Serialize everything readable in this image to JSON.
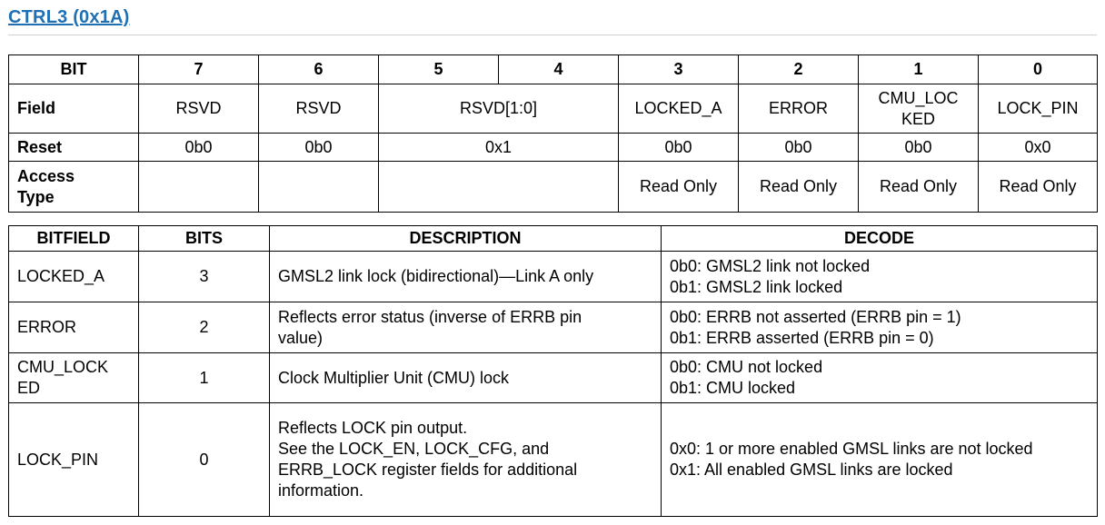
{
  "title": "CTRL3 (0x1A)",
  "register": {
    "bit_header": "BIT",
    "bits": [
      "7",
      "6",
      "5",
      "4",
      "3",
      "2",
      "1",
      "0"
    ],
    "field_label": "Field",
    "fields": [
      "RSVD",
      "RSVD",
      "RSVD[1:0]",
      "LOCKED_A",
      "ERROR",
      "CMU_LOC\nKED",
      "LOCK_PIN"
    ],
    "reset_label": "Reset",
    "resets": [
      "0b0",
      "0b0",
      "0x1",
      "0b0",
      "0b0",
      "0b0",
      "0x0"
    ],
    "access_label": "Access\nType",
    "access": [
      "",
      "",
      "",
      "Read Only",
      "Read Only",
      "Read Only",
      "Read Only"
    ]
  },
  "bitfields": {
    "headers": [
      "BITFIELD",
      "BITS",
      "DESCRIPTION",
      "DECODE"
    ],
    "rows": [
      {
        "name": "LOCKED_A",
        "bits": "3",
        "description": "GMSL2 link lock (bidirectional)—Link A only",
        "decode": "0b0: GMSL2 link not locked\n0b1: GMSL2 link locked"
      },
      {
        "name": "ERROR",
        "bits": "2",
        "description": "Reflects error status (inverse of ERRB pin\nvalue)",
        "decode": "0b0: ERRB not asserted (ERRB pin = 1)\n0b1: ERRB asserted (ERRB pin = 0)"
      },
      {
        "name": "CMU_LOCK\nED",
        "bits": "1",
        "description": "Clock Multiplier Unit (CMU) lock",
        "decode": "0b0: CMU not locked\n0b1: CMU locked"
      },
      {
        "name": "LOCK_PIN",
        "bits": "0",
        "description": "Reflects LOCK pin output.\nSee the LOCK_EN, LOCK_CFG, and\nERRB_LOCK register fields for additional\ninformation.",
        "decode": "0x0: 1 or more enabled GMSL links are not locked\n0x1: All enabled GMSL links are locked"
      }
    ]
  }
}
